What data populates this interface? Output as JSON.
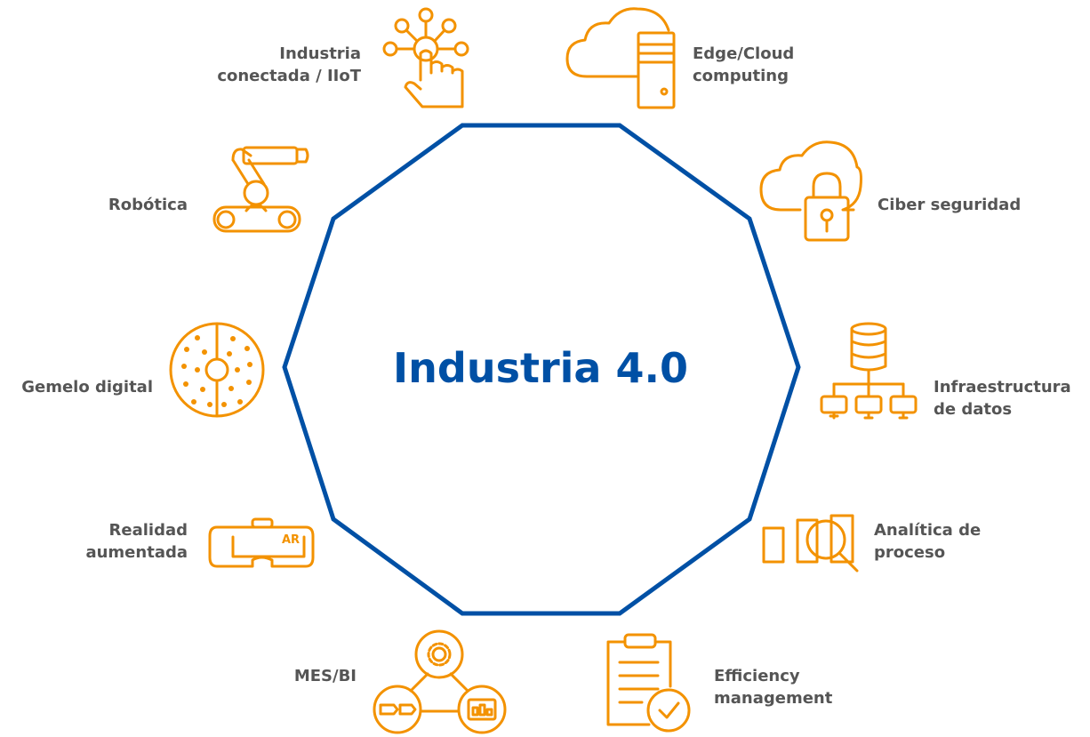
{
  "title": "Industria 4.0",
  "colors": {
    "accent": "#F39200",
    "primary": "#0050A5",
    "text": "#555555"
  },
  "items": [
    {
      "icon": "iiot-hand-icon",
      "lines": [
        "Industria",
        "conectada / IIoT"
      ]
    },
    {
      "icon": "edge-cloud-icon",
      "lines": [
        "Edge/Cloud",
        "computing"
      ]
    },
    {
      "icon": "robot-arm-icon",
      "lines": [
        "Robótica"
      ]
    },
    {
      "icon": "cloud-lock-icon",
      "lines": [
        "Ciber seguridad"
      ]
    },
    {
      "icon": "digital-twin-icon",
      "lines": [
        "Gemelo digital"
      ]
    },
    {
      "icon": "database-network-icon",
      "lines": [
        "Infraestructura",
        "de datos"
      ]
    },
    {
      "icon": "ar-headset-icon",
      "lines": [
        "Realidad",
        "aumentada"
      ],
      "badge": "AR"
    },
    {
      "icon": "process-analytics-icon",
      "lines": [
        "Analítica de",
        "proceso"
      ]
    },
    {
      "icon": "mes-bi-icon",
      "lines": [
        "MES/BI"
      ]
    },
    {
      "icon": "clipboard-check-icon",
      "lines": [
        "Efficiency",
        "management"
      ]
    }
  ]
}
